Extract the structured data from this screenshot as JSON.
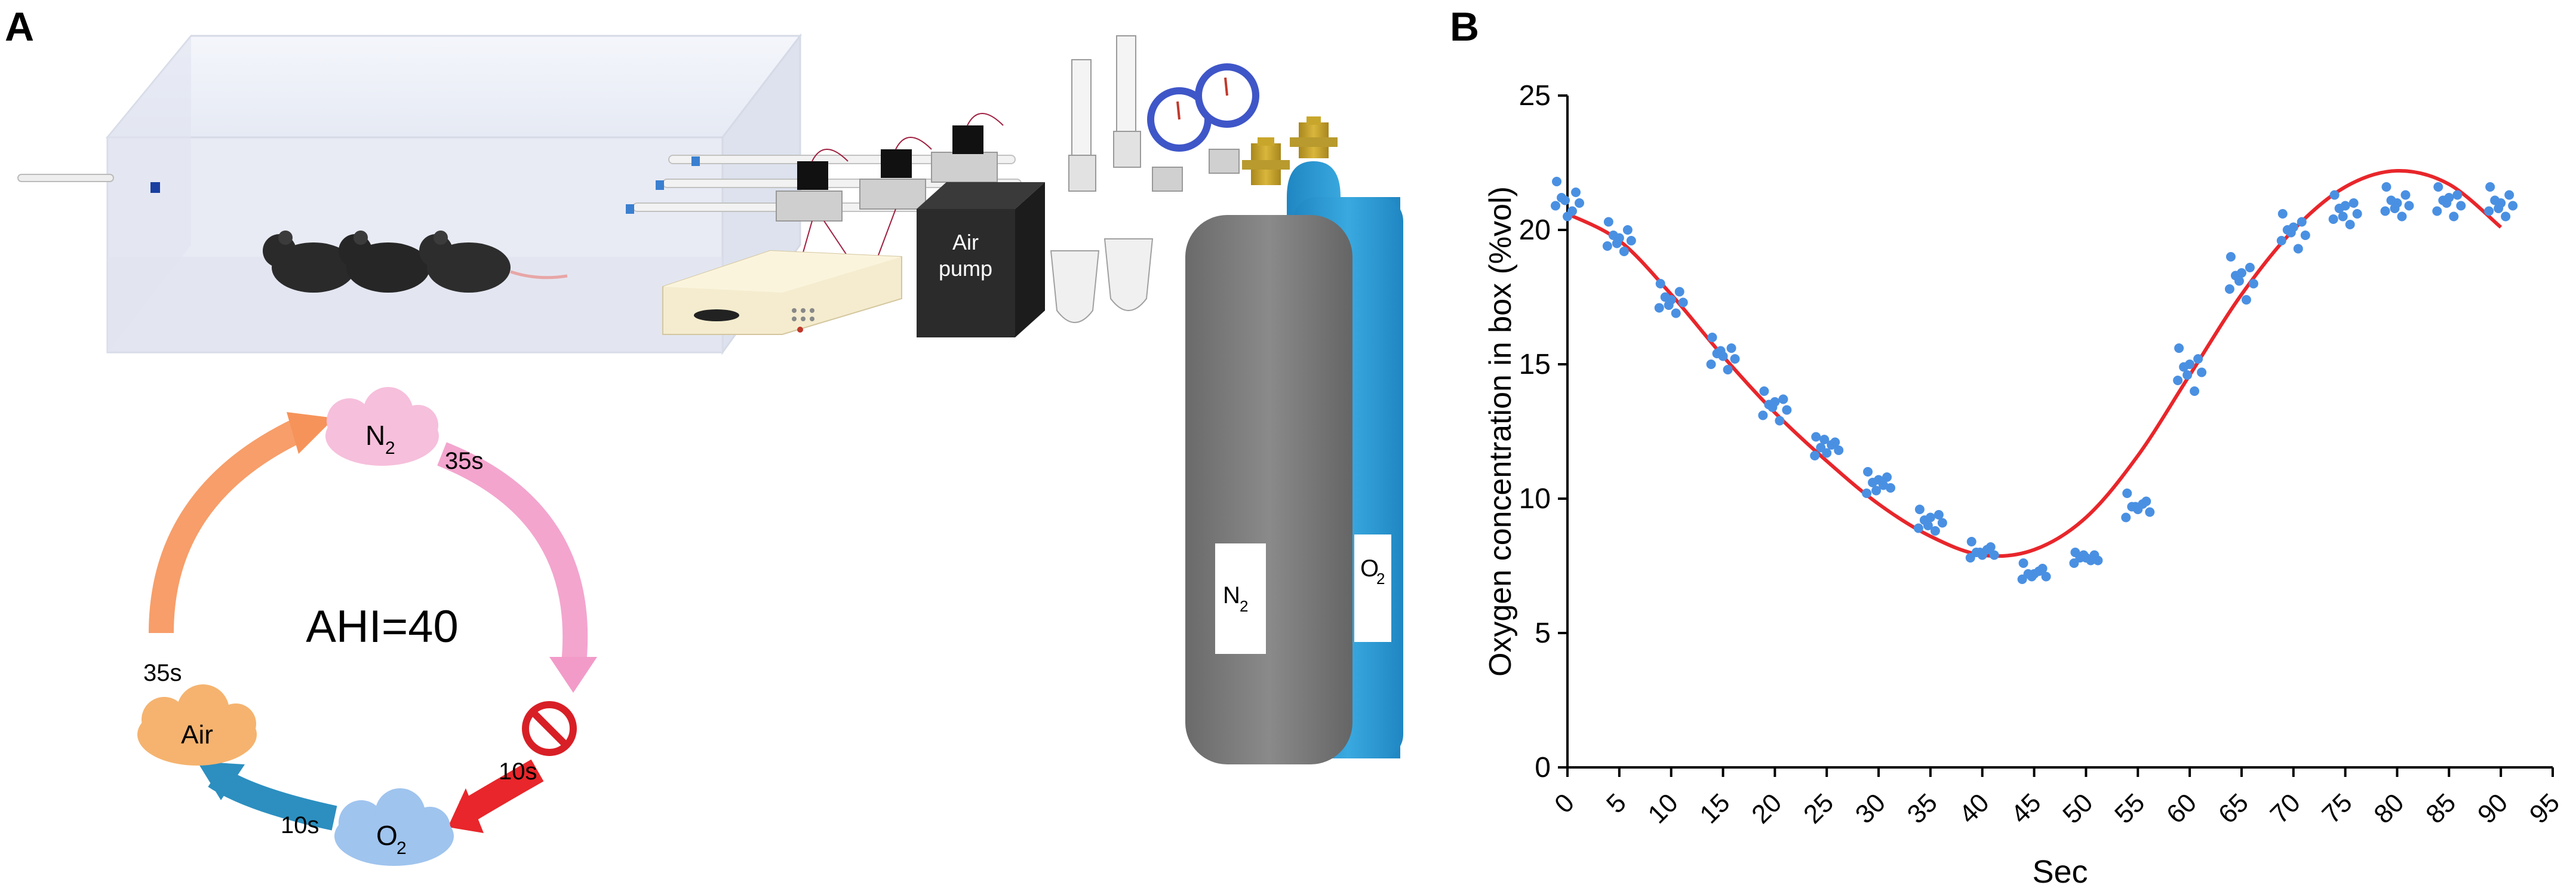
{
  "panel_a": {
    "letter": "A",
    "pump_label_line1": "Air",
    "pump_label_line2": "pump",
    "n2_cylinder_label": "N",
    "n2_cylinder_sub": "2",
    "o2_cylinder_label": "O",
    "o2_cylinder_sub": "2",
    "cycle": {
      "center_label": "AHI=40",
      "n2_node": "N",
      "n2_sub": "2",
      "o2_node": "O",
      "o2_sub": "2",
      "air_node": "Air",
      "n2_duration": "35s",
      "air_duration": "35s",
      "pre_o2_duration": "10s",
      "post_o2_duration": "10s"
    },
    "colors": {
      "n2_node": "#f6bfdc",
      "o2_node": "#9fc4ee",
      "air_node": "#f5b36f",
      "n2_arrow": "#f29bc9",
      "o2_arrow": "#e8262b",
      "air_arrow": "#2c8fc0",
      "air_to_n2_arrow": "#f6935a",
      "stop_sign": "#d81f26",
      "o2_cylinder": "#34a4dc",
      "n2_cylinder": "#7a7a7a",
      "valve_gold": "#c8a62b"
    }
  },
  "panel_b": {
    "letter": "B"
  },
  "chart_data": {
    "type": "scatter",
    "xlabel": "Sec",
    "ylabel": "Oxygen concentration in box (%vol)",
    "xlim": [
      0,
      95
    ],
    "ylim": [
      0,
      25
    ],
    "x_ticks": [
      "0",
      "5",
      "10",
      "15",
      "20",
      "25",
      "30",
      "35",
      "40",
      "45",
      "50",
      "55",
      "60",
      "65",
      "70",
      "75",
      "80",
      "85",
      "90",
      "95"
    ],
    "y_ticks": [
      "0",
      "5",
      "10",
      "15",
      "20",
      "25"
    ],
    "grid": false,
    "point_color": "#4a90e2",
    "curve_color": "#e8262b",
    "points": [
      {
        "x": 0,
        "y": [
          21.8,
          21.4,
          21.2,
          21.0,
          20.9,
          20.7,
          20.5,
          21.1
        ]
      },
      {
        "x": 5,
        "y": [
          20.3,
          20.0,
          19.8,
          19.6,
          19.4,
          19.2,
          19.7,
          19.5
        ]
      },
      {
        "x": 10,
        "y": [
          18.0,
          17.7,
          17.5,
          17.3,
          17.1,
          16.9,
          17.4,
          17.2
        ]
      },
      {
        "x": 15,
        "y": [
          16.0,
          15.6,
          15.4,
          15.2,
          15.0,
          14.8,
          15.3,
          15.5
        ]
      },
      {
        "x": 20,
        "y": [
          14.0,
          13.7,
          13.5,
          13.3,
          13.1,
          12.9,
          13.6,
          13.4
        ]
      },
      {
        "x": 25,
        "y": [
          12.3,
          12.1,
          11.9,
          11.8,
          11.6,
          12.0,
          11.7,
          12.2
        ]
      },
      {
        "x": 30,
        "y": [
          11.0,
          10.8,
          10.6,
          10.4,
          10.2,
          10.5,
          10.7,
          10.3
        ]
      },
      {
        "x": 35,
        "y": [
          9.6,
          9.4,
          9.2,
          9.1,
          8.9,
          8.8,
          9.3,
          9.0
        ]
      },
      {
        "x": 40,
        "y": [
          8.4,
          8.2,
          8.0,
          7.9,
          7.8,
          8.1,
          7.9,
          8.0
        ]
      },
      {
        "x": 45,
        "y": [
          7.6,
          7.4,
          7.2,
          7.1,
          7.0,
          7.3,
          7.2,
          7.1
        ]
      },
      {
        "x": 50,
        "y": [
          8.0,
          7.9,
          7.8,
          7.7,
          7.6,
          7.7,
          7.8,
          7.9
        ]
      },
      {
        "x": 55,
        "y": [
          10.2,
          9.9,
          9.7,
          9.5,
          9.3,
          9.8,
          9.6,
          9.7
        ]
      },
      {
        "x": 60,
        "y": [
          15.6,
          15.2,
          14.9,
          14.7,
          14.4,
          14.0,
          15.0,
          14.6
        ]
      },
      {
        "x": 65,
        "y": [
          19.0,
          18.6,
          18.3,
          18.0,
          17.8,
          17.4,
          18.4,
          18.1
        ]
      },
      {
        "x": 70,
        "y": [
          20.6,
          20.3,
          20.0,
          19.8,
          19.6,
          19.3,
          20.1,
          19.9
        ]
      },
      {
        "x": 75,
        "y": [
          21.3,
          21.0,
          20.8,
          20.6,
          20.4,
          20.2,
          20.9,
          20.5
        ]
      },
      {
        "x": 80,
        "y": [
          21.6,
          21.3,
          21.1,
          20.9,
          20.7,
          20.5,
          21.0,
          20.8
        ]
      },
      {
        "x": 85,
        "y": [
          21.6,
          21.3,
          21.1,
          20.9,
          20.7,
          20.5,
          21.2,
          21.0
        ]
      },
      {
        "x": 90,
        "y": [
          21.6,
          21.3,
          21.1,
          20.9,
          20.7,
          20.5,
          21.0,
          20.8
        ]
      }
    ],
    "fit_curve": {
      "x": [
        0,
        5,
        10,
        15,
        20,
        25,
        30,
        35,
        40,
        45,
        50,
        55,
        60,
        65,
        70,
        75,
        80,
        85,
        90
      ],
      "y": [
        20.6,
        19.6,
        17.6,
        15.3,
        13.2,
        11.4,
        9.8,
        8.6,
        7.9,
        8.1,
        9.3,
        11.6,
        14.6,
        17.6,
        20.0,
        21.6,
        22.2,
        21.7,
        20.1
      ]
    }
  }
}
